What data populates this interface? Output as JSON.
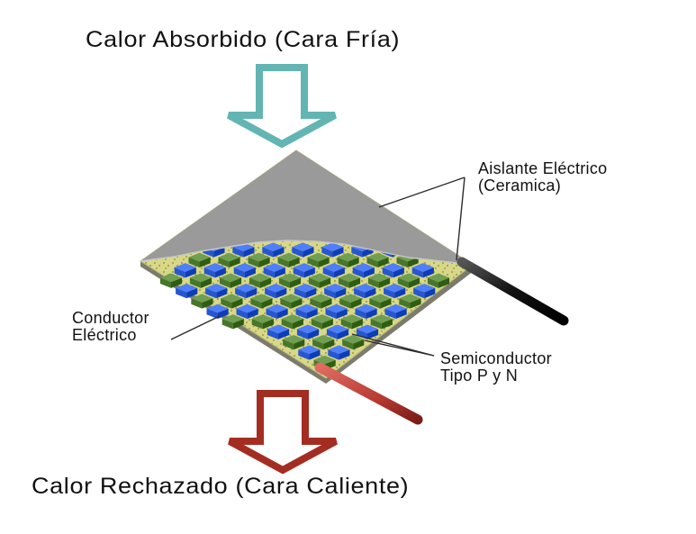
{
  "diagram": {
    "title_top": "Calor Absorbido (Cara Fría)",
    "title_bottom": "Calor Rechazado (Cara Caliente)",
    "labels": {
      "aislante": [
        "Aislante Eléctrico",
        "(Ceramica)"
      ],
      "conductor": [
        "Conductor",
        "Eléctrico"
      ],
      "semiconductor": [
        "Semiconductor",
        "Tipo P y N"
      ]
    },
    "colors": {
      "cold_arrow": "#62b5b2",
      "hot_arrow": "#a42d22",
      "ceramic": "#9a9a9a",
      "conductor": "#d8d886",
      "semiconductor_p": "#2c5bd6",
      "semiconductor_n": "#4d7b2f",
      "wire_black": "#111111",
      "wire_red": "#c44a42"
    }
  }
}
